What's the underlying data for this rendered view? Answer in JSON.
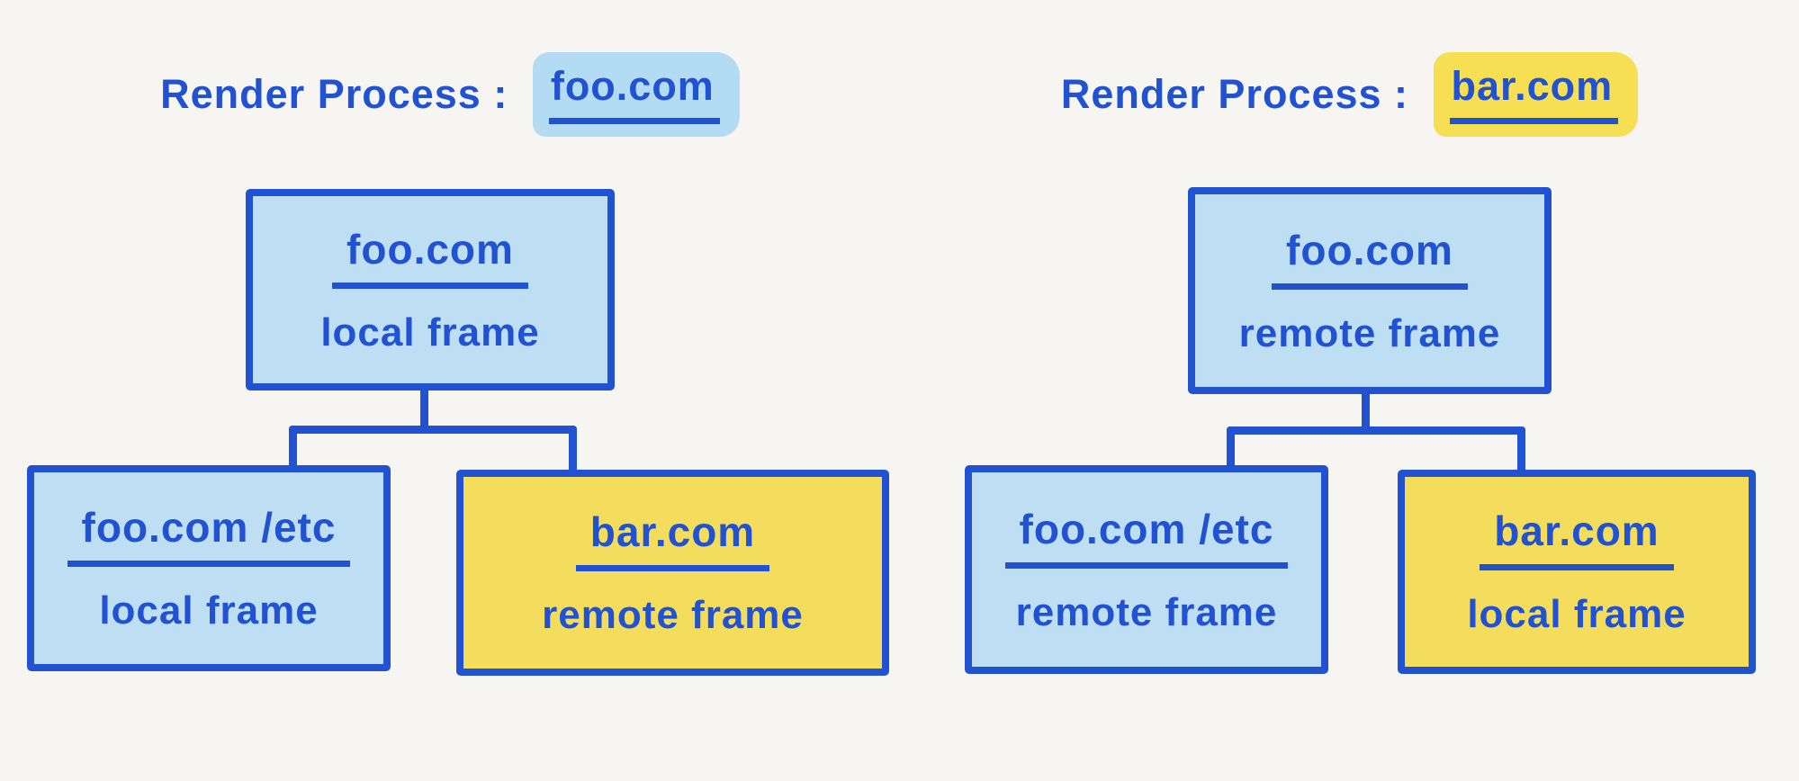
{
  "colors": {
    "ink": "#2152d2",
    "blue_fill": "#bedef3",
    "yellow_fill": "#f4dc5c",
    "blue_highlight": "#b4dbf4",
    "yellow_highlight": "#f6df52",
    "bg": "#f6f5f2"
  },
  "trees": [
    {
      "title": {
        "prefix": "Render Process :",
        "domain": "foo.com",
        "highlight_color": "blue"
      },
      "root": {
        "domain": "foo.com",
        "frame": "local frame",
        "color": "blue"
      },
      "children": [
        {
          "domain": "foo.com /etc",
          "frame": "local frame",
          "color": "blue"
        },
        {
          "domain": "bar.com",
          "frame": "remote frame",
          "color": "yellow"
        }
      ]
    },
    {
      "title": {
        "prefix": "Render Process :",
        "domain": "bar.com",
        "highlight_color": "yellow"
      },
      "root": {
        "domain": "foo.com",
        "frame": "remote frame",
        "color": "blue"
      },
      "children": [
        {
          "domain": "foo.com /etc",
          "frame": "remote frame",
          "color": "blue"
        },
        {
          "domain": "bar.com",
          "frame": "local frame",
          "color": "yellow"
        }
      ]
    }
  ]
}
